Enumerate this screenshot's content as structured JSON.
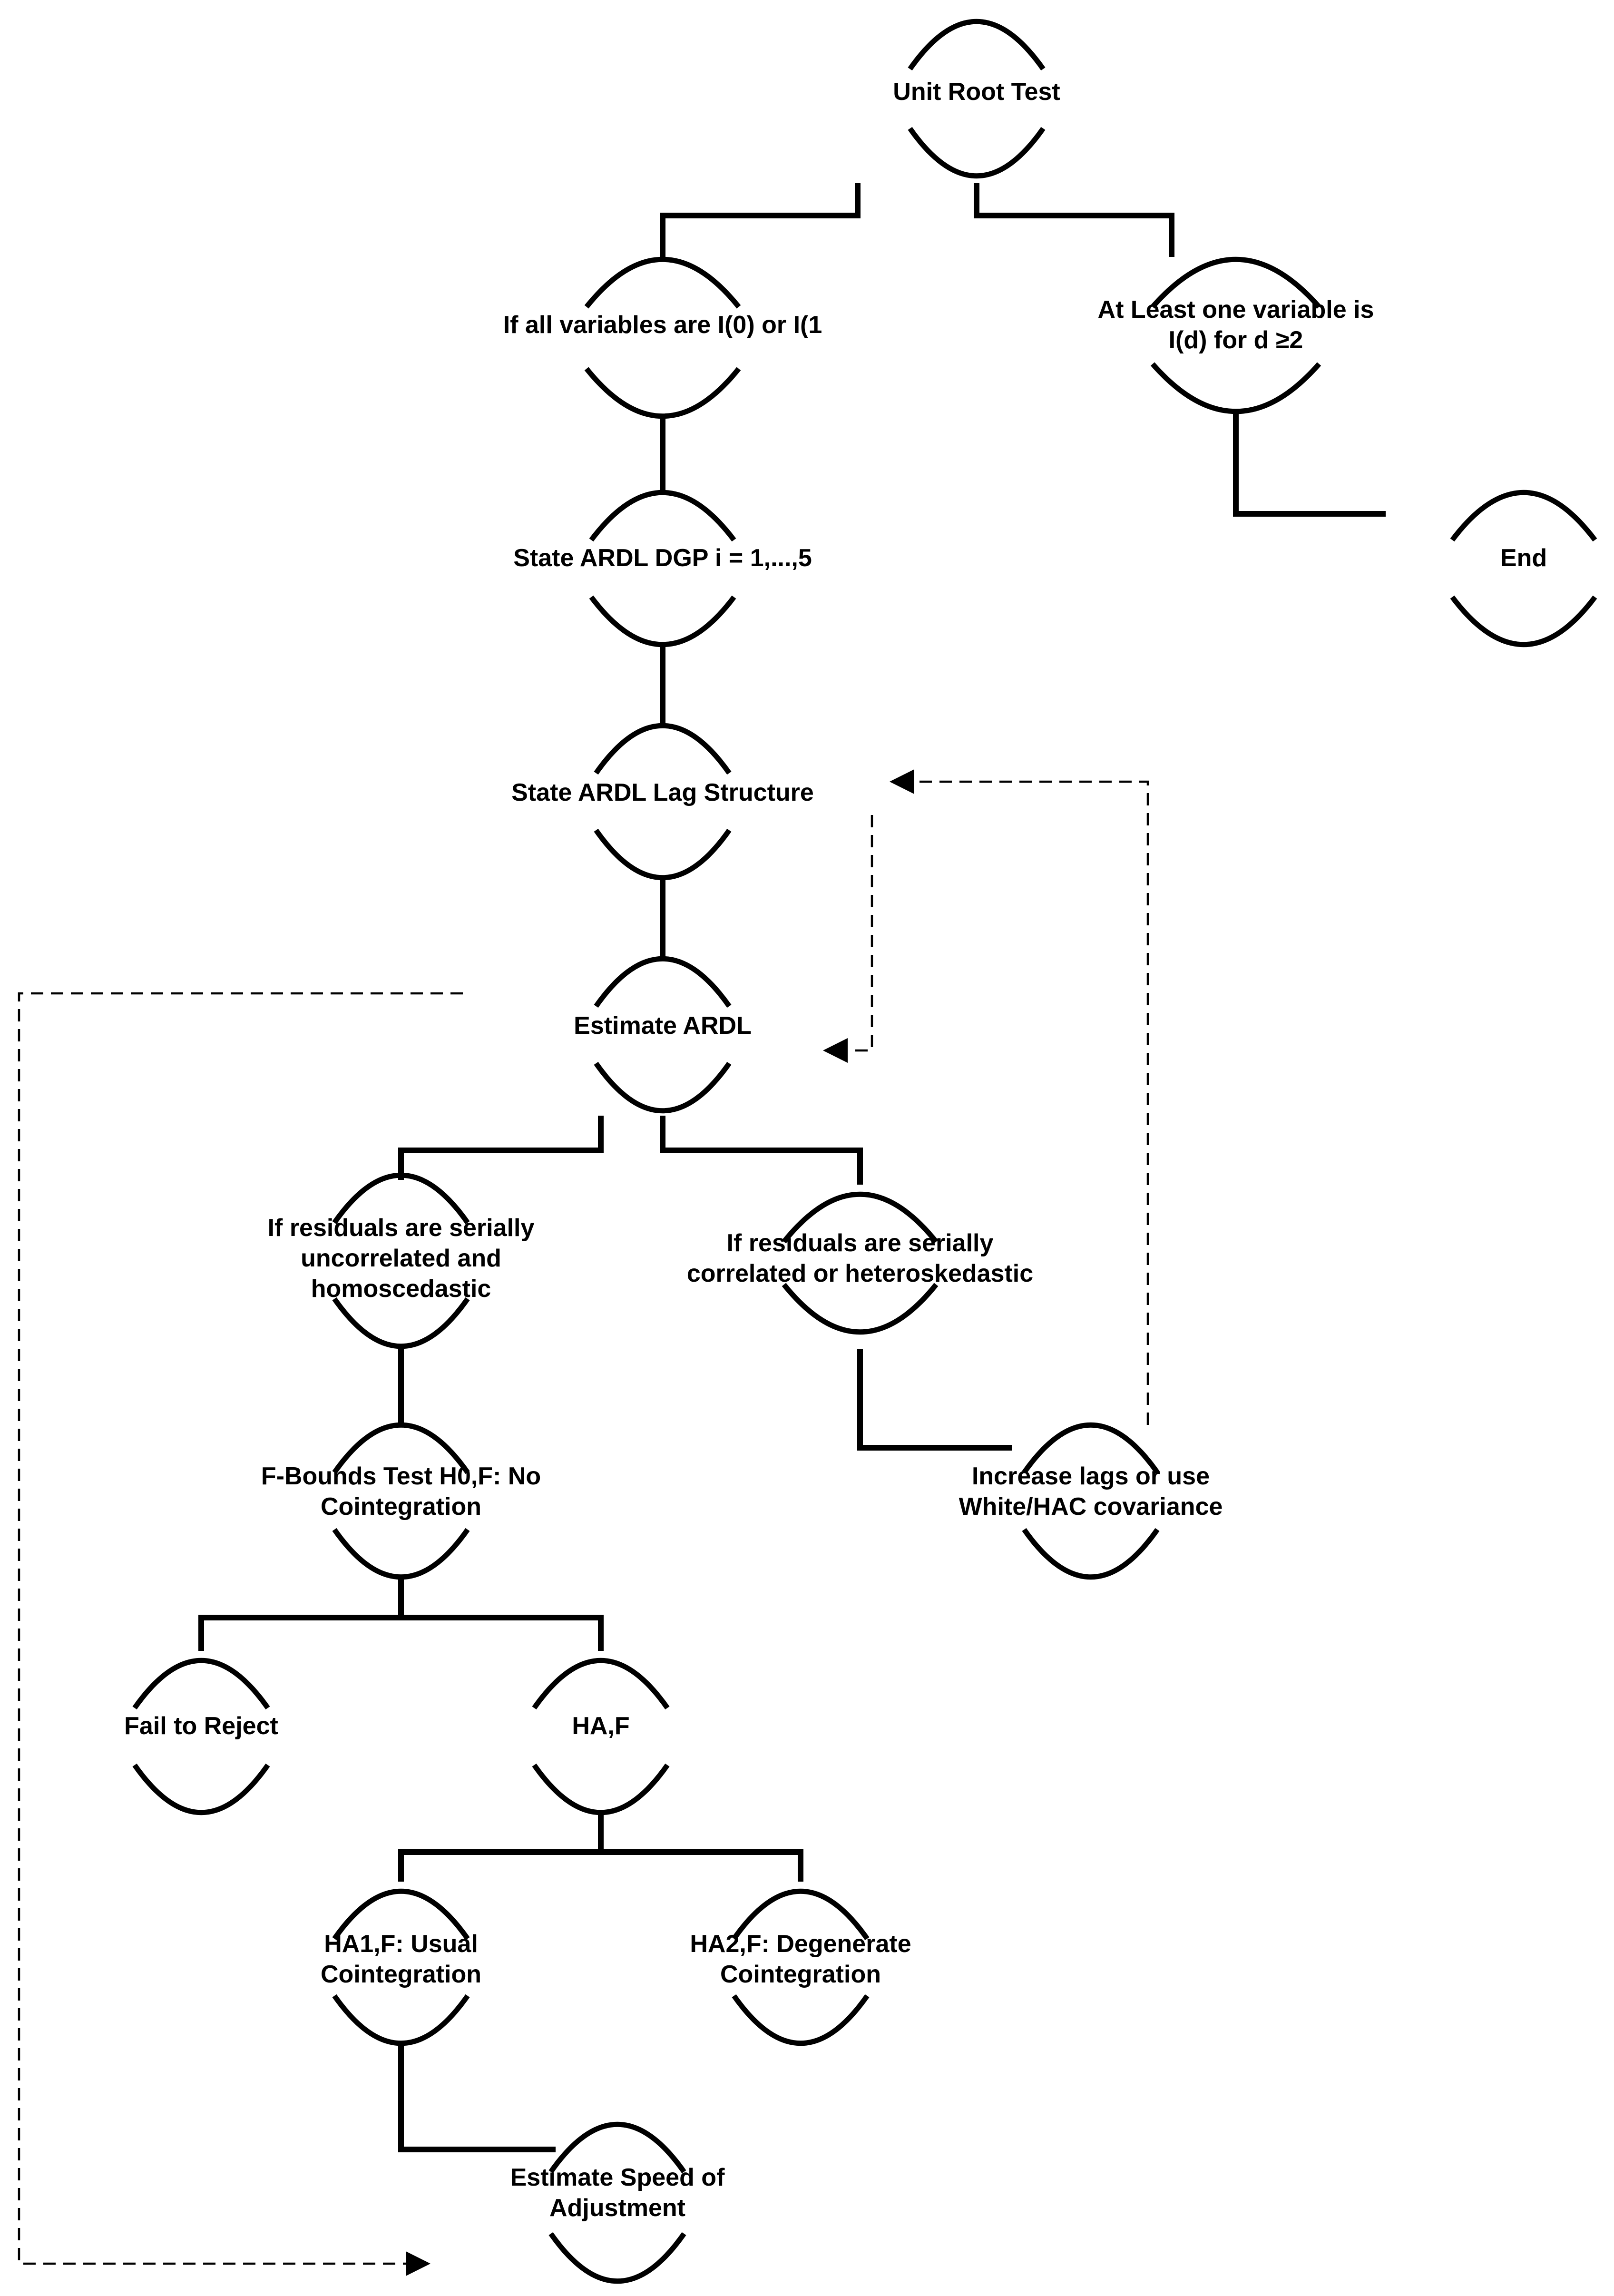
{
  "diagram": {
    "type": "flowchart",
    "nodes": [
      {
        "id": "unit-root-test",
        "lines": [
          "Unit Root Test"
        ]
      },
      {
        "id": "all-i0-i1",
        "lines": [
          "If all variables are I(0) or I(1"
        ]
      },
      {
        "id": "at-least-one-id",
        "lines": [
          "At Least one variable is",
          "I(d) for d ≥2"
        ]
      },
      {
        "id": "end",
        "lines": [
          "End"
        ]
      },
      {
        "id": "state-ardl-dgp",
        "lines": [
          "State ARDL DGP i = 1,...,5"
        ]
      },
      {
        "id": "state-ardl-lag",
        "lines": [
          "State ARDL Lag Structure"
        ]
      },
      {
        "id": "estimate-ardl",
        "lines": [
          "Estimate ARDL"
        ]
      },
      {
        "id": "residuals-uncorrelated",
        "lines": [
          "If residuals are serially",
          "uncorrelated and",
          "homoscedastic"
        ]
      },
      {
        "id": "residuals-correlated",
        "lines": [
          "If residuals are serially",
          "correlated or heteroskedastic"
        ]
      },
      {
        "id": "increase-lags",
        "lines": [
          "Increase lags or use",
          "White/HAC covariance"
        ]
      },
      {
        "id": "f-bounds-test",
        "lines": [
          "F-Bounds Test H0,F: No",
          "Cointegration"
        ]
      },
      {
        "id": "fail-to-reject",
        "lines": [
          "Fail to Reject"
        ]
      },
      {
        "id": "ha-f",
        "lines": [
          "HA,F"
        ]
      },
      {
        "id": "ha1-usual",
        "lines": [
          "HA1,F: Usual",
          "Cointegration"
        ]
      },
      {
        "id": "ha2-degenerate",
        "lines": [
          "HA2,F: Degenerate",
          "Cointegration"
        ]
      },
      {
        "id": "speed-of-adjustment",
        "lines": [
          "Estimate Speed of",
          "Adjustment"
        ]
      }
    ],
    "edges": [
      {
        "from": "unit-root-test",
        "to": "all-i0-i1",
        "style": "solid"
      },
      {
        "from": "unit-root-test",
        "to": "at-least-one-id",
        "style": "solid"
      },
      {
        "from": "at-least-one-id",
        "to": "end",
        "style": "solid"
      },
      {
        "from": "all-i0-i1",
        "to": "state-ardl-dgp",
        "style": "solid"
      },
      {
        "from": "state-ardl-dgp",
        "to": "state-ardl-lag",
        "style": "solid"
      },
      {
        "from": "state-ardl-lag",
        "to": "estimate-ardl",
        "style": "solid"
      },
      {
        "from": "state-ardl-lag",
        "to": "estimate-ardl",
        "style": "dashed-arrow"
      },
      {
        "from": "estimate-ardl",
        "to": "residuals-uncorrelated",
        "style": "solid"
      },
      {
        "from": "estimate-ardl",
        "to": "residuals-correlated",
        "style": "solid"
      },
      {
        "from": "residuals-correlated",
        "to": "increase-lags",
        "style": "solid"
      },
      {
        "from": "increase-lags",
        "to": "state-ardl-lag",
        "style": "dashed-arrow"
      },
      {
        "from": "residuals-uncorrelated",
        "to": "f-bounds-test",
        "style": "solid"
      },
      {
        "from": "f-bounds-test",
        "to": "fail-to-reject",
        "style": "solid"
      },
      {
        "from": "f-bounds-test",
        "to": "ha-f",
        "style": "solid"
      },
      {
        "from": "ha-f",
        "to": "ha1-usual",
        "style": "solid"
      },
      {
        "from": "ha-f",
        "to": "ha2-degenerate",
        "style": "solid"
      },
      {
        "from": "ha1-usual",
        "to": "speed-of-adjustment",
        "style": "solid"
      },
      {
        "from": "estimate-ardl",
        "to": "speed-of-adjustment",
        "style": "dashed-arrow"
      }
    ]
  }
}
